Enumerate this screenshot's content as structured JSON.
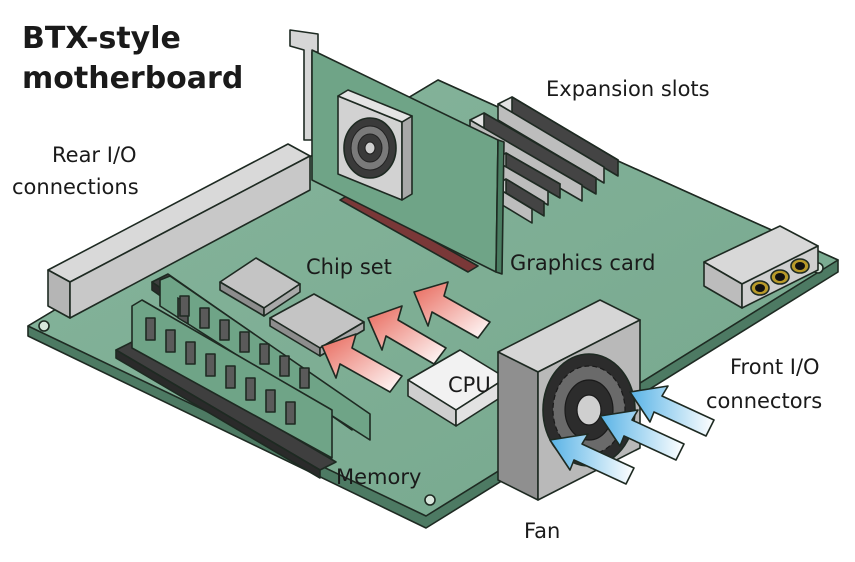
{
  "title": {
    "line1": "BTX-style",
    "line2": "motherboard"
  },
  "labels": {
    "rear_io_line1": "Rear I/O",
    "rear_io_line2": "connections",
    "expansion_slots": "Expansion slots",
    "chip_set": "Chip set",
    "graphics_card": "Graphics card",
    "cpu": "CPU",
    "front_io_line1": "Front I/O",
    "front_io_line2": "connectors",
    "memory": "Memory",
    "fan": "Fan"
  },
  "colors": {
    "board": "#7fae95",
    "board_edge": "#4d7a63",
    "card": "#6fa487",
    "chip": "#a9a9a9",
    "metal": "#c2c2c2",
    "warm_arrow": "#e8675a",
    "cool_arrow": "#58b3e6"
  }
}
